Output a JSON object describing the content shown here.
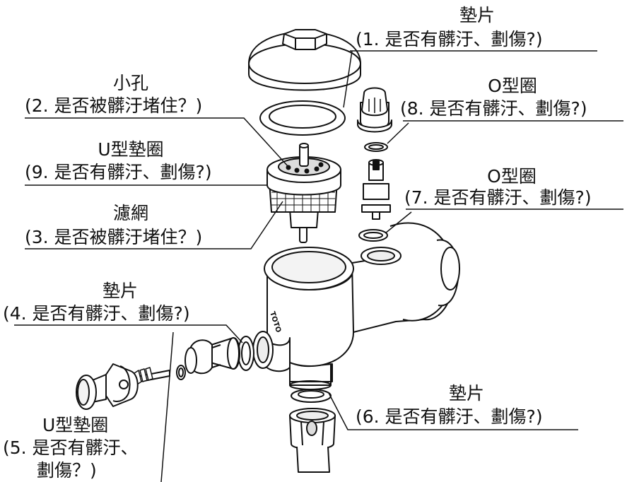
{
  "labels": {
    "l1": {
      "title": "墊片",
      "detail": "(1. 是否有髒汙、劃傷?)"
    },
    "l2": {
      "title": "小孔",
      "detail": "(2. 是否被髒汙堵住？)"
    },
    "l9": {
      "title": "U型墊圈",
      "detail": "(9. 是否有髒汙、劃傷?)"
    },
    "l3": {
      "title": "濾網",
      "detail": "(3. 是否被髒汙堵住？)"
    },
    "l4": {
      "title": "墊片",
      "detail": "(4. 是否有髒汙、劃傷?)"
    },
    "l5": {
      "title": "U型墊圈",
      "detail": "(5. 是否有髒汙、",
      "detail2": "劃傷？)"
    },
    "l6": {
      "title": "墊片",
      "detail": "(6. 是否有髒汙、劃傷?)"
    },
    "l7": {
      "title": "O型圈",
      "detail": "(7. 是否有髒汙、劃傷?)"
    },
    "l8": {
      "title": "O型圈",
      "detail": "(8. 是否有髒汙、劃傷?)"
    }
  },
  "body_marking": "TOTO"
}
